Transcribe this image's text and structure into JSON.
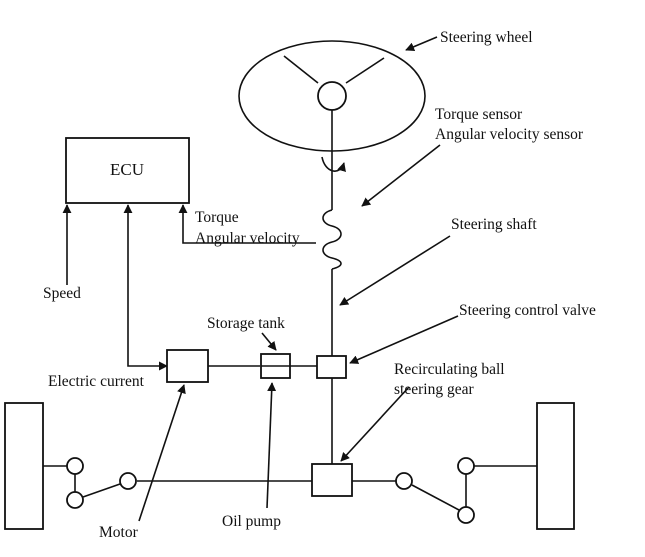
{
  "diagram": {
    "ecu": {
      "label": "ECU"
    },
    "labels": {
      "steering_wheel": "Steering wheel",
      "torque_sensor": "Torque sensor",
      "angular_velocity_sensor": "Angular velocity sensor",
      "torque": "Torque",
      "angular_velocity": "Angular velocity",
      "steering_shaft": "Steering shaft",
      "speed": "Speed",
      "storage_tank": "Storage tank",
      "steering_control_valve": "Steering control valve",
      "electric_current": "Electric current",
      "recirculating_ball_line1": "Recirculating ball",
      "recirculating_ball_line2": "steering gear",
      "motor": "Motor",
      "oil_pump": "Oil pump"
    }
  }
}
